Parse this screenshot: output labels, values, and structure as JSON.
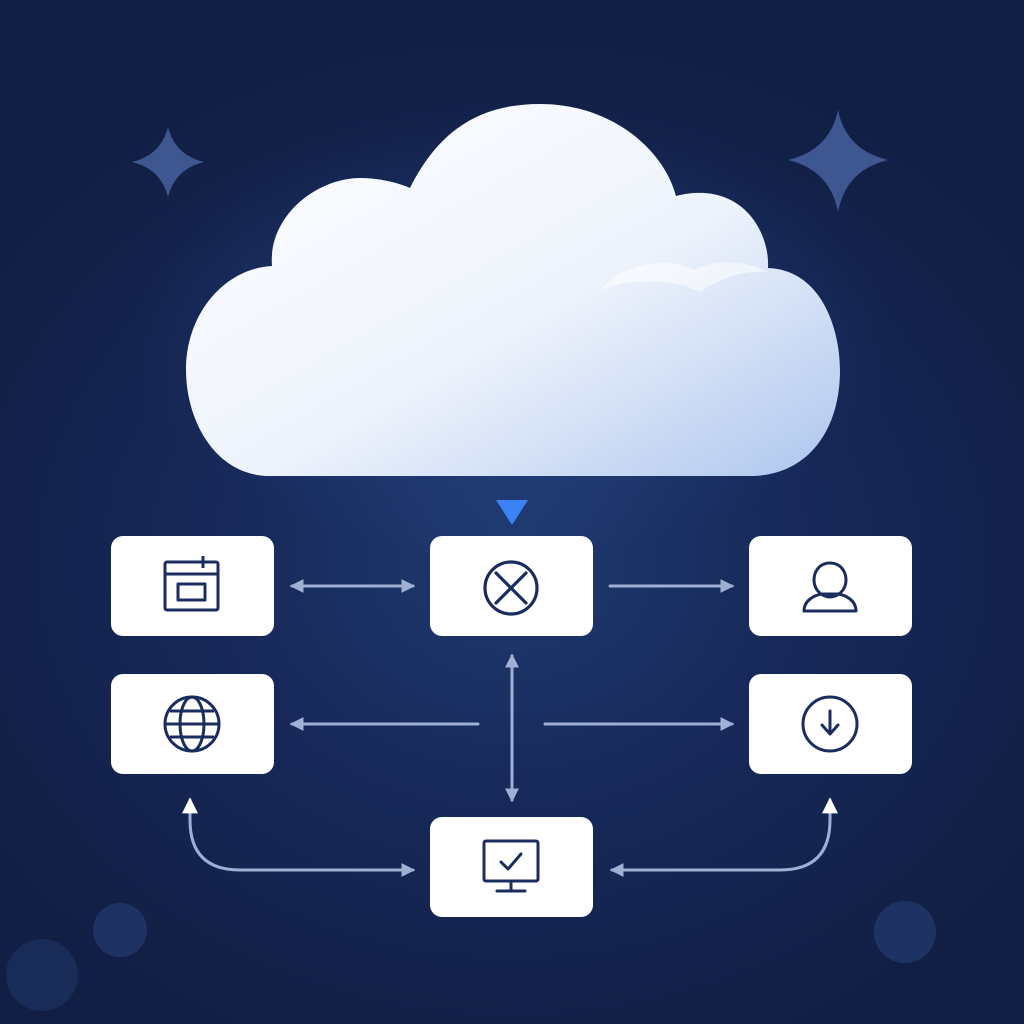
{
  "colors": {
    "background": "#15254f",
    "node_fill": "#ffffff",
    "icon_stroke": "#1b2d5e",
    "connector": "#9fb0d4",
    "accent_pointer": "#3b82f6",
    "sparkle": "#3f5790",
    "bubble": "#2a4070"
  },
  "nodes": [
    {
      "id": "node-calendar",
      "icon": "calendar-icon"
    },
    {
      "id": "node-hub",
      "icon": "close-circle-icon"
    },
    {
      "id": "node-user",
      "icon": "user-icon"
    },
    {
      "id": "node-globe",
      "icon": "globe-icon"
    },
    {
      "id": "node-download",
      "icon": "download-icon"
    },
    {
      "id": "node-monitor",
      "icon": "monitor-check-icon"
    }
  ],
  "connections": [
    {
      "from": "node-calendar",
      "to": "node-hub",
      "direction": "both"
    },
    {
      "from": "node-hub",
      "to": "node-user",
      "direction": "forward"
    },
    {
      "from": "node-hub",
      "to": "node-monitor",
      "direction": "both"
    },
    {
      "from": "node-hub",
      "to": "node-globe",
      "direction": "forward"
    },
    {
      "from": "node-hub",
      "to": "node-download",
      "direction": "forward"
    },
    {
      "from": "node-monitor",
      "to": "node-globe",
      "direction": "both"
    },
    {
      "from": "node-monitor",
      "to": "node-download",
      "direction": "both"
    }
  ],
  "cloud": {
    "icon": "cloud-icon"
  }
}
